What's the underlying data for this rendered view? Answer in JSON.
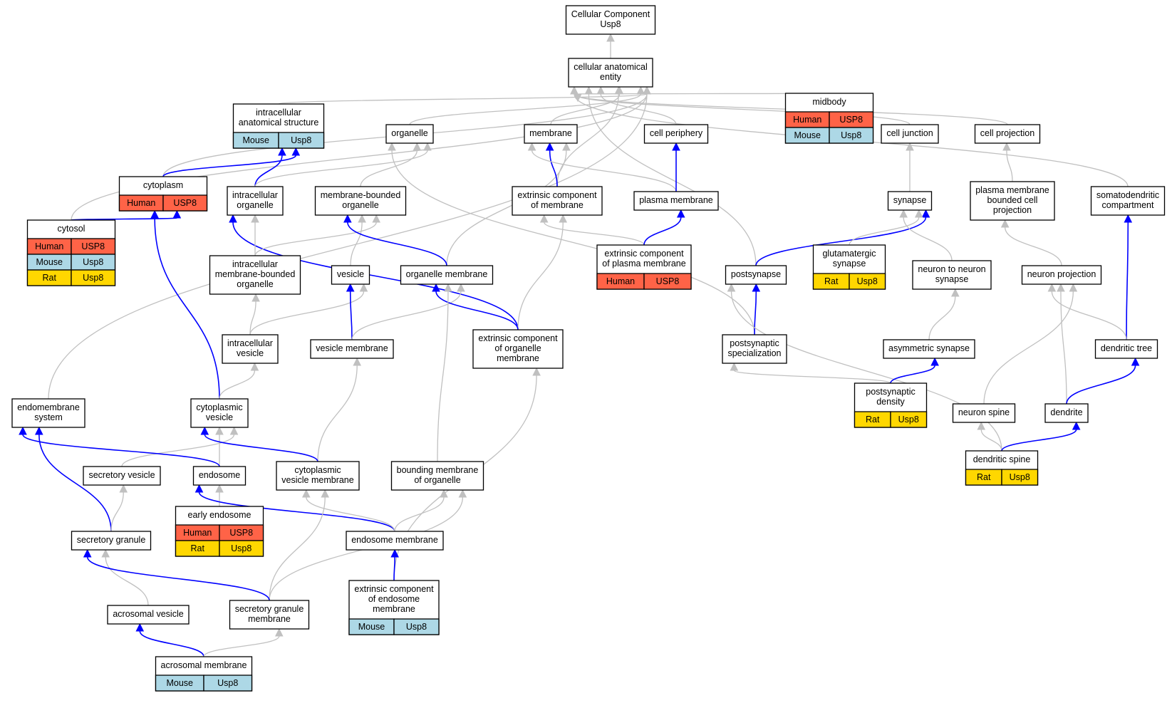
{
  "colors": {
    "human": "#ff6347",
    "mouse": "#add8e6",
    "rat": "#ffd700",
    "is_a_edge": "#c0c0c0",
    "part_of_edge": "#0000ff"
  },
  "nodes": [
    {
      "id": "cc_usp8",
      "lines": [
        "Cellular Component",
        "Usp8"
      ],
      "rows": []
    },
    {
      "id": "cellular_anatomical_entity",
      "lines": [
        "cellular anatomical",
        "entity"
      ],
      "rows": []
    },
    {
      "id": "intracellular_anatomical_structure",
      "lines": [
        "intracellular",
        "anatomical structure"
      ],
      "rows": [
        {
          "species": "Mouse",
          "gene": "Usp8",
          "type": "mouse"
        }
      ]
    },
    {
      "id": "organelle",
      "lines": [
        "organelle"
      ],
      "rows": []
    },
    {
      "id": "membrane",
      "lines": [
        "membrane"
      ],
      "rows": []
    },
    {
      "id": "cell_periphery",
      "lines": [
        "cell periphery"
      ],
      "rows": []
    },
    {
      "id": "midbody",
      "lines": [
        "midbody"
      ],
      "rows": [
        {
          "species": "Human",
          "gene": "USP8",
          "type": "human"
        },
        {
          "species": "Mouse",
          "gene": "Usp8",
          "type": "mouse"
        }
      ]
    },
    {
      "id": "cell_junction",
      "lines": [
        "cell junction"
      ],
      "rows": []
    },
    {
      "id": "cell_projection",
      "lines": [
        "cell projection"
      ],
      "rows": []
    },
    {
      "id": "cytoplasm",
      "lines": [
        "cytoplasm"
      ],
      "rows": [
        {
          "species": "Human",
          "gene": "USP8",
          "type": "human"
        }
      ]
    },
    {
      "id": "intracellular_organelle",
      "lines": [
        "intracellular",
        "organelle"
      ],
      "rows": []
    },
    {
      "id": "membrane_bounded_organelle",
      "lines": [
        "membrane-bounded",
        "organelle"
      ],
      "rows": []
    },
    {
      "id": "extrinsic_component_of_membrane",
      "lines": [
        "extrinsic component",
        "of membrane"
      ],
      "rows": []
    },
    {
      "id": "plasma_membrane",
      "lines": [
        "plasma membrane"
      ],
      "rows": []
    },
    {
      "id": "synapse",
      "lines": [
        "synapse"
      ],
      "rows": []
    },
    {
      "id": "plasma_membrane_bounded_cell_projection",
      "lines": [
        "plasma membrane",
        "bounded cell",
        "projection"
      ],
      "rows": []
    },
    {
      "id": "somatodendritic_compartment",
      "lines": [
        "somatodendritic",
        "compartment"
      ],
      "rows": []
    },
    {
      "id": "cytosol",
      "lines": [
        "cytosol"
      ],
      "rows": [
        {
          "species": "Human",
          "gene": "USP8",
          "type": "human"
        },
        {
          "species": "Mouse",
          "gene": "Usp8",
          "type": "mouse"
        },
        {
          "species": "Rat",
          "gene": "Usp8",
          "type": "rat"
        }
      ]
    },
    {
      "id": "intracellular_membrane_bounded_organelle",
      "lines": [
        "intracellular",
        "membrane-bounded",
        "organelle"
      ],
      "rows": []
    },
    {
      "id": "vesicle",
      "lines": [
        "vesicle"
      ],
      "rows": []
    },
    {
      "id": "organelle_membrane",
      "lines": [
        "organelle membrane"
      ],
      "rows": []
    },
    {
      "id": "extrinsic_component_of_plasma_membrane",
      "lines": [
        "extrinsic component",
        "of plasma membrane"
      ],
      "rows": [
        {
          "species": "Human",
          "gene": "USP8",
          "type": "human"
        }
      ]
    },
    {
      "id": "postsynapse",
      "lines": [
        "postsynapse"
      ],
      "rows": []
    },
    {
      "id": "glutamatergic_synapse",
      "lines": [
        "glutamatergic",
        "synapse"
      ],
      "rows": [
        {
          "species": "Rat",
          "gene": "Usp8",
          "type": "rat"
        }
      ]
    },
    {
      "id": "neuron_to_neuron_synapse",
      "lines": [
        "neuron to neuron",
        "synapse"
      ],
      "rows": []
    },
    {
      "id": "neuron_projection",
      "lines": [
        "neuron projection"
      ],
      "rows": []
    },
    {
      "id": "intracellular_vesicle",
      "lines": [
        "intracellular",
        "vesicle"
      ],
      "rows": []
    },
    {
      "id": "vesicle_membrane",
      "lines": [
        "vesicle membrane"
      ],
      "rows": []
    },
    {
      "id": "extrinsic_component_of_organelle_membrane",
      "lines": [
        "extrinsic component",
        "of organelle",
        "membrane"
      ],
      "rows": []
    },
    {
      "id": "postsynaptic_specialization",
      "lines": [
        "postsynaptic",
        "specialization"
      ],
      "rows": []
    },
    {
      "id": "asymmetric_synapse",
      "lines": [
        "asymmetric synapse"
      ],
      "rows": []
    },
    {
      "id": "dendritic_tree",
      "lines": [
        "dendritic tree"
      ],
      "rows": []
    },
    {
      "id": "endomembrane_system",
      "lines": [
        "endomembrane",
        "system"
      ],
      "rows": []
    },
    {
      "id": "cytoplasmic_vesicle",
      "lines": [
        "cytoplasmic",
        "vesicle"
      ],
      "rows": []
    },
    {
      "id": "postsynaptic_density",
      "lines": [
        "postsynaptic",
        "density"
      ],
      "rows": [
        {
          "species": "Rat",
          "gene": "Usp8",
          "type": "rat"
        }
      ]
    },
    {
      "id": "neuron_spine",
      "lines": [
        "neuron spine"
      ],
      "rows": []
    },
    {
      "id": "dendrite",
      "lines": [
        "dendrite"
      ],
      "rows": []
    },
    {
      "id": "secretory_vesicle",
      "lines": [
        "secretory vesicle"
      ],
      "rows": []
    },
    {
      "id": "endosome",
      "lines": [
        "endosome"
      ],
      "rows": []
    },
    {
      "id": "cytoplasmic_vesicle_membrane",
      "lines": [
        "cytoplasmic",
        "vesicle membrane"
      ],
      "rows": []
    },
    {
      "id": "bounding_membrane_of_organelle",
      "lines": [
        "bounding membrane",
        "of organelle"
      ],
      "rows": []
    },
    {
      "id": "dendritic_spine",
      "lines": [
        "dendritic spine"
      ],
      "rows": [
        {
          "species": "Rat",
          "gene": "Usp8",
          "type": "rat"
        }
      ]
    },
    {
      "id": "early_endosome",
      "lines": [
        "early endosome"
      ],
      "rows": [
        {
          "species": "Human",
          "gene": "USP8",
          "type": "human"
        },
        {
          "species": "Rat",
          "gene": "Usp8",
          "type": "rat"
        }
      ]
    },
    {
      "id": "secretory_granule",
      "lines": [
        "secretory granule"
      ],
      "rows": []
    },
    {
      "id": "endosome_membrane",
      "lines": [
        "endosome membrane"
      ],
      "rows": []
    },
    {
      "id": "extrinsic_component_of_endosome_membrane",
      "lines": [
        "extrinsic component",
        "of endosome",
        "membrane"
      ],
      "rows": [
        {
          "species": "Mouse",
          "gene": "Usp8",
          "type": "mouse"
        }
      ]
    },
    {
      "id": "acrosomal_vesicle",
      "lines": [
        "acrosomal vesicle"
      ],
      "rows": []
    },
    {
      "id": "secretory_granule_membrane",
      "lines": [
        "secretory granule",
        "membrane"
      ],
      "rows": []
    },
    {
      "id": "acrosomal_membrane",
      "lines": [
        "acrosomal membrane"
      ],
      "rows": [
        {
          "species": "Mouse",
          "gene": "Usp8",
          "type": "mouse"
        }
      ]
    }
  ],
  "edges": [
    {
      "from": "cellular_anatomical_entity",
      "to": "cc_usp8",
      "rel": "is_a"
    },
    {
      "from": "intracellular_anatomical_structure",
      "to": "cellular_anatomical_entity",
      "rel": "is_a"
    },
    {
      "from": "organelle",
      "to": "cellular_anatomical_entity",
      "rel": "is_a"
    },
    {
      "from": "membrane",
      "to": "cellular_anatomical_entity",
      "rel": "is_a"
    },
    {
      "from": "cell_periphery",
      "to": "cellular_anatomical_entity",
      "rel": "is_a"
    },
    {
      "from": "midbody",
      "to": "cellular_anatomical_entity",
      "rel": "is_a"
    },
    {
      "from": "cell_junction",
      "to": "cellular_anatomical_entity",
      "rel": "is_a"
    },
    {
      "from": "cell_projection",
      "to": "cellular_anatomical_entity",
      "rel": "is_a"
    },
    {
      "from": "somatodendritic_compartment",
      "to": "cellular_anatomical_entity",
      "rel": "is_a"
    },
    {
      "from": "postsynapse",
      "to": "cellular_anatomical_entity",
      "rel": "is_a"
    },
    {
      "from": "extrinsic_component_of_membrane",
      "to": "cellular_anatomical_entity",
      "rel": "is_a"
    },
    {
      "from": "cytoplasm",
      "to": "cellular_anatomical_entity",
      "rel": "is_a"
    },
    {
      "from": "cytosol",
      "to": "cellular_anatomical_entity",
      "rel": "is_a"
    },
    {
      "from": "endomembrane_system",
      "to": "cellular_anatomical_entity",
      "rel": "is_a"
    },
    {
      "from": "cytoplasm",
      "to": "intracellular_anatomical_structure",
      "rel": "part_of"
    },
    {
      "from": "intracellular_organelle",
      "to": "intracellular_anatomical_structure",
      "rel": "part_of"
    },
    {
      "from": "intracellular_organelle",
      "to": "organelle",
      "rel": "is_a"
    },
    {
      "from": "membrane_bounded_organelle",
      "to": "organelle",
      "rel": "is_a"
    },
    {
      "from": "postsynaptic_specialization",
      "to": "organelle",
      "rel": "is_a"
    },
    {
      "from": "organelle_membrane",
      "to": "membrane",
      "rel": "is_a"
    },
    {
      "from": "extrinsic_component_of_membrane",
      "to": "membrane",
      "rel": "part_of"
    },
    {
      "from": "plasma_membrane",
      "to": "membrane",
      "rel": "is_a"
    },
    {
      "from": "plasma_membrane",
      "to": "cell_periphery",
      "rel": "part_of"
    },
    {
      "from": "synapse",
      "to": "cell_junction",
      "rel": "is_a"
    },
    {
      "from": "plasma_membrane_bounded_cell_projection",
      "to": "cell_projection",
      "rel": "is_a"
    },
    {
      "from": "cytosol",
      "to": "cytoplasm",
      "rel": "part_of"
    },
    {
      "from": "cytoplasmic_vesicle",
      "to": "cytoplasm",
      "rel": "part_of"
    },
    {
      "from": "extrinsic_component_of_organelle_membrane",
      "to": "intracellular_organelle",
      "rel": "part_of"
    },
    {
      "from": "intracellular_membrane_bounded_organelle",
      "to": "intracellular_organelle",
      "rel": "is_a"
    },
    {
      "from": "intracellular_membrane_bounded_organelle",
      "to": "membrane_bounded_organelle",
      "rel": "is_a"
    },
    {
      "from": "vesicle",
      "to": "membrane_bounded_organelle",
      "rel": "is_a"
    },
    {
      "from": "organelle_membrane",
      "to": "membrane_bounded_organelle",
      "rel": "part_of"
    },
    {
      "from": "extrinsic_component_of_organelle_membrane",
      "to": "extrinsic_component_of_membrane",
      "rel": "is_a"
    },
    {
      "from": "extrinsic_component_of_plasma_membrane",
      "to": "extrinsic_component_of_membrane",
      "rel": "is_a"
    },
    {
      "from": "extrinsic_component_of_plasma_membrane",
      "to": "plasma_membrane",
      "rel": "part_of"
    },
    {
      "from": "postsynapse",
      "to": "synapse",
      "rel": "part_of"
    },
    {
      "from": "glutamatergic_synapse",
      "to": "synapse",
      "rel": "is_a"
    },
    {
      "from": "neuron_to_neuron_synapse",
      "to": "synapse",
      "rel": "is_a"
    },
    {
      "from": "neuron_projection",
      "to": "plasma_membrane_bounded_cell_projection",
      "rel": "is_a"
    },
    {
      "from": "dendritic_tree",
      "to": "somatodendritic_compartment",
      "rel": "part_of"
    },
    {
      "from": "intracellular_vesicle",
      "to": "intracellular_membrane_bounded_organelle",
      "rel": "is_a"
    },
    {
      "from": "intracellular_vesicle",
      "to": "vesicle",
      "rel": "is_a"
    },
    {
      "from": "vesicle_membrane",
      "to": "vesicle",
      "rel": "part_of"
    },
    {
      "from": "vesicle_membrane",
      "to": "organelle_membrane",
      "rel": "is_a"
    },
    {
      "from": "extrinsic_component_of_organelle_membrane",
      "to": "organelle_membrane",
      "rel": "part_of"
    },
    {
      "from": "bounding_membrane_of_organelle",
      "to": "organelle_membrane",
      "rel": "is_a"
    },
    {
      "from": "postsynaptic_specialization",
      "to": "postsynapse",
      "rel": "part_of"
    },
    {
      "from": "dendritic_spine",
      "to": "postsynapse",
      "rel": "is_a"
    },
    {
      "from": "asymmetric_synapse",
      "to": "neuron_to_neuron_synapse",
      "rel": "is_a"
    },
    {
      "from": "neuron_spine",
      "to": "neuron_projection",
      "rel": "is_a"
    },
    {
      "from": "dendrite",
      "to": "neuron_projection",
      "rel": "is_a"
    },
    {
      "from": "dendritic_tree",
      "to": "neuron_projection",
      "rel": "is_a"
    },
    {
      "from": "cytoplasmic_vesicle",
      "to": "intracellular_vesicle",
      "rel": "is_a"
    },
    {
      "from": "cytoplasmic_vesicle_membrane",
      "to": "vesicle_membrane",
      "rel": "is_a"
    },
    {
      "from": "extrinsic_component_of_endosome_membrane",
      "to": "extrinsic_component_of_organelle_membrane",
      "rel": "is_a"
    },
    {
      "from": "postsynaptic_density",
      "to": "postsynaptic_specialization",
      "rel": "is_a"
    },
    {
      "from": "postsynaptic_density",
      "to": "asymmetric_synapse",
      "rel": "part_of"
    },
    {
      "from": "dendrite",
      "to": "dendritic_tree",
      "rel": "part_of"
    },
    {
      "from": "secretory_vesicle",
      "to": "cytoplasmic_vesicle",
      "rel": "is_a"
    },
    {
      "from": "endosome",
      "to": "cytoplasmic_vesicle",
      "rel": "is_a"
    },
    {
      "from": "cytoplasmic_vesicle_membrane",
      "to": "cytoplasmic_vesicle",
      "rel": "part_of"
    },
    {
      "from": "endosome",
      "to": "endomembrane_system",
      "rel": "part_of"
    },
    {
      "from": "secretory_granule",
      "to": "endomembrane_system",
      "rel": "part_of"
    },
    {
      "from": "dendritic_spine",
      "to": "neuron_spine",
      "rel": "is_a"
    },
    {
      "from": "dendritic_spine",
      "to": "dendrite",
      "rel": "part_of"
    },
    {
      "from": "early_endosome",
      "to": "endosome",
      "rel": "is_a"
    },
    {
      "from": "endosome_membrane",
      "to": "endosome",
      "rel": "part_of"
    },
    {
      "from": "endosome_membrane",
      "to": "cytoplasmic_vesicle_membrane",
      "rel": "is_a"
    },
    {
      "from": "endosome_membrane",
      "to": "bounding_membrane_of_organelle",
      "rel": "is_a"
    },
    {
      "from": "secretory_granule",
      "to": "secretory_vesicle",
      "rel": "is_a"
    },
    {
      "from": "secretory_granule_membrane",
      "to": "cytoplasmic_vesicle_membrane",
      "rel": "is_a"
    },
    {
      "from": "secretory_granule_membrane",
      "to": "bounding_membrane_of_organelle",
      "rel": "is_a"
    },
    {
      "from": "extrinsic_component_of_endosome_membrane",
      "to": "endosome_membrane",
      "rel": "part_of"
    },
    {
      "from": "acrosomal_vesicle",
      "to": "secretory_granule",
      "rel": "is_a"
    },
    {
      "from": "secretory_granule_membrane",
      "to": "secretory_granule",
      "rel": "part_of"
    },
    {
      "from": "acrosomal_membrane",
      "to": "acrosomal_vesicle",
      "rel": "part_of"
    },
    {
      "from": "acrosomal_membrane",
      "to": "secretory_granule_membrane",
      "rel": "is_a"
    }
  ]
}
